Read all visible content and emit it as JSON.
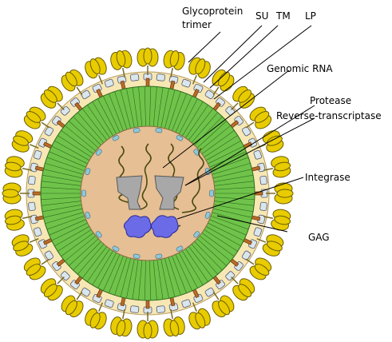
{
  "labels": {
    "glycoprotein_line1": "Glycoprotein",
    "glycoprotein_line2": "trimer",
    "su": "SU",
    "tm": "TM",
    "lp": "LP",
    "genomic_rna": "Genomic RNA",
    "protease": "Protease",
    "reverse_transcriptase": "Reverse-transcriptase",
    "integrase": "Integrase",
    "gag": "GAG"
  },
  "colors": {
    "glycoprotein": "#e8cc00",
    "glycoprotein_stroke": "#6b5d00",
    "envelope": "#f6e7b4",
    "lipid_head": "#d9e6ee",
    "tm_segment": "#b86a2a",
    "capsid": "#6fc34a",
    "capsid_line": "#2f6a1e",
    "core": "#e6bf94",
    "rna": "#4a4a10",
    "enzyme_gray": "#a8a8a8",
    "integrase": "#6b6be8",
    "matrix_dot": "#8fc8d8"
  }
}
